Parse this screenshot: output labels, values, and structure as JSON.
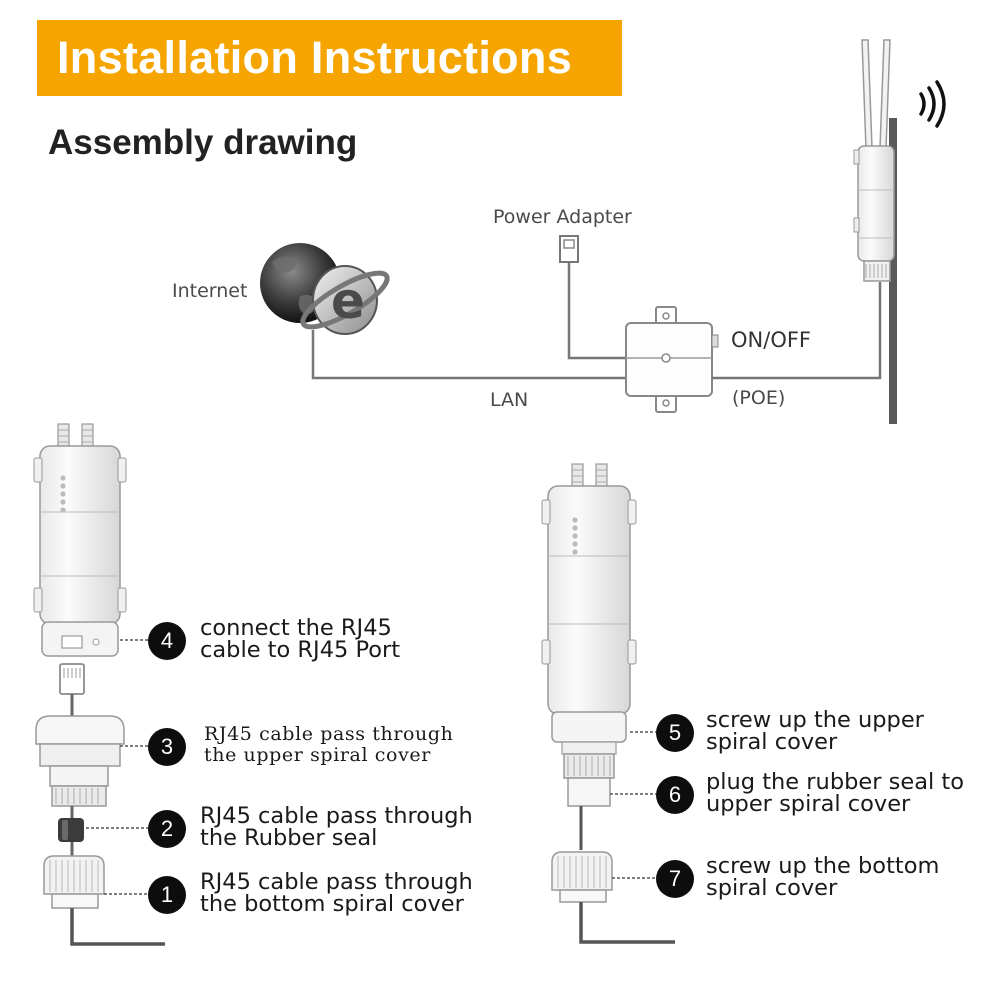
{
  "header": {
    "title": "Installation Instructions",
    "subtitle": "Assembly drawing"
  },
  "network": {
    "internet_label": "Internet",
    "power_adapter_label": "Power Adapter",
    "onoff_label": "ON/OFF",
    "lan_label": "LAN",
    "poe_label": "(POE)"
  },
  "steps": [
    {
      "num": "4",
      "line1": "connect the RJ45",
      "line2": "cable to RJ45 Port"
    },
    {
      "num": "3",
      "line1": "RJ45 cable pass through",
      "line2": "the upper spiral cover"
    },
    {
      "num": "2",
      "line1": "RJ45 cable pass through",
      "line2": "the Rubber seal"
    },
    {
      "num": "1",
      "line1": "RJ45 cable pass through",
      "line2": "the bottom spiral cover"
    },
    {
      "num": "5",
      "line1": "screw up the upper",
      "line2": "spiral cover"
    },
    {
      "num": "6",
      "line1": "plug the rubber seal to",
      "line2": "upper spiral cover"
    },
    {
      "num": "7",
      "line1": "screw up the bottom",
      "line2": "spiral cover"
    }
  ],
  "colors": {
    "banner": "#f5a400",
    "step_circle": "#0d0d0d",
    "cable": "#555555"
  }
}
